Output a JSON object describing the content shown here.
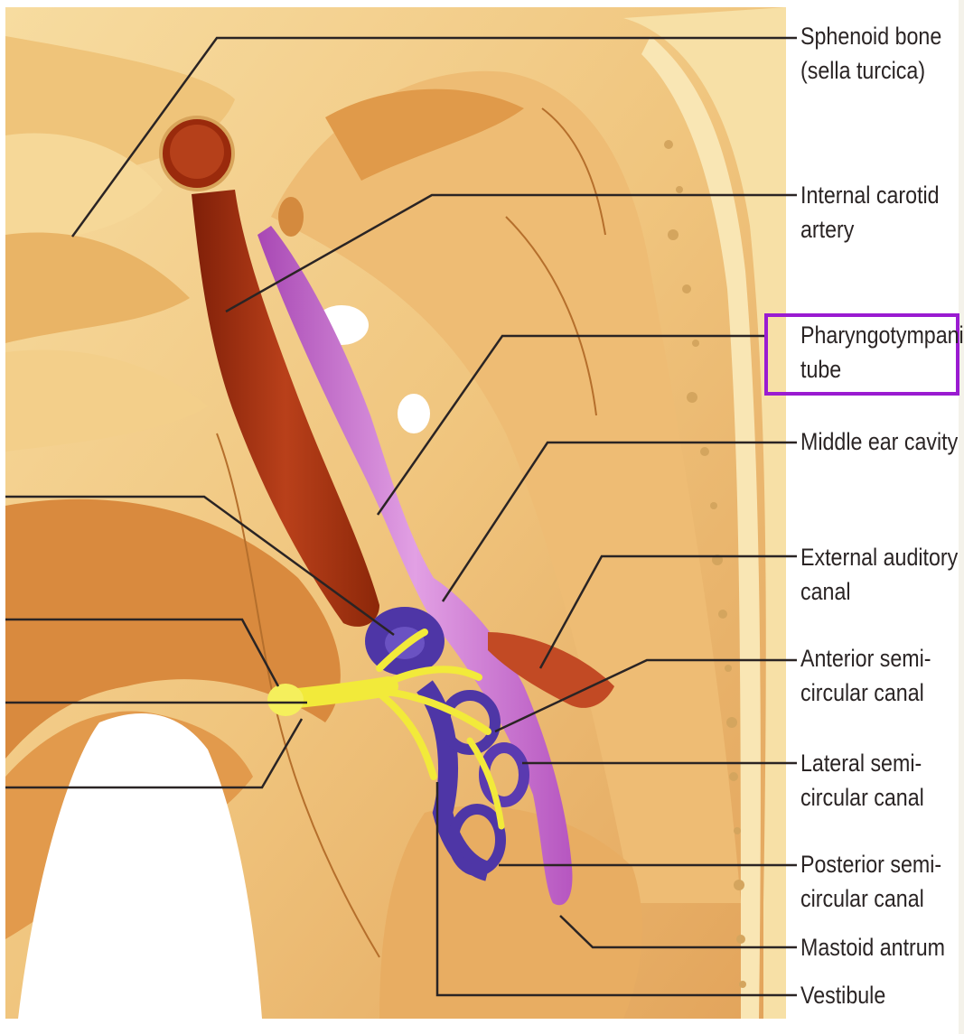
{
  "labels": {
    "sphenoid": [
      "Sphenoid bone",
      "(sella turcica)"
    ],
    "carotid": [
      "Internal carotid",
      "artery"
    ],
    "pharyngotympanic": [
      "Pharyngotympanic",
      "tube"
    ],
    "middle_ear": [
      "Middle ear cavity"
    ],
    "external_canal": [
      "External auditory",
      "canal"
    ],
    "anterior": [
      "Anterior semi-",
      "circular canal"
    ],
    "lateral": [
      "Lateral semi-",
      "circular canal"
    ],
    "posterior": [
      "Posterior semi-",
      "circular canal"
    ],
    "mastoid": [
      "Mastoid antrum"
    ],
    "vestibule": [
      "Vestibule"
    ]
  },
  "highlighted_label": "pharyngotympanic",
  "colors": {
    "bone_light": "#f6dfa6",
    "bone_mid": "#eab56a",
    "bone_dark": "#d88a3c",
    "artery": "#a8300f",
    "tube": "#c86ad0",
    "labyrinth": "#5a3ab0",
    "nerve": "#f2ea3a",
    "highlight": "#9a1bd1",
    "leader": "#2a2424"
  }
}
